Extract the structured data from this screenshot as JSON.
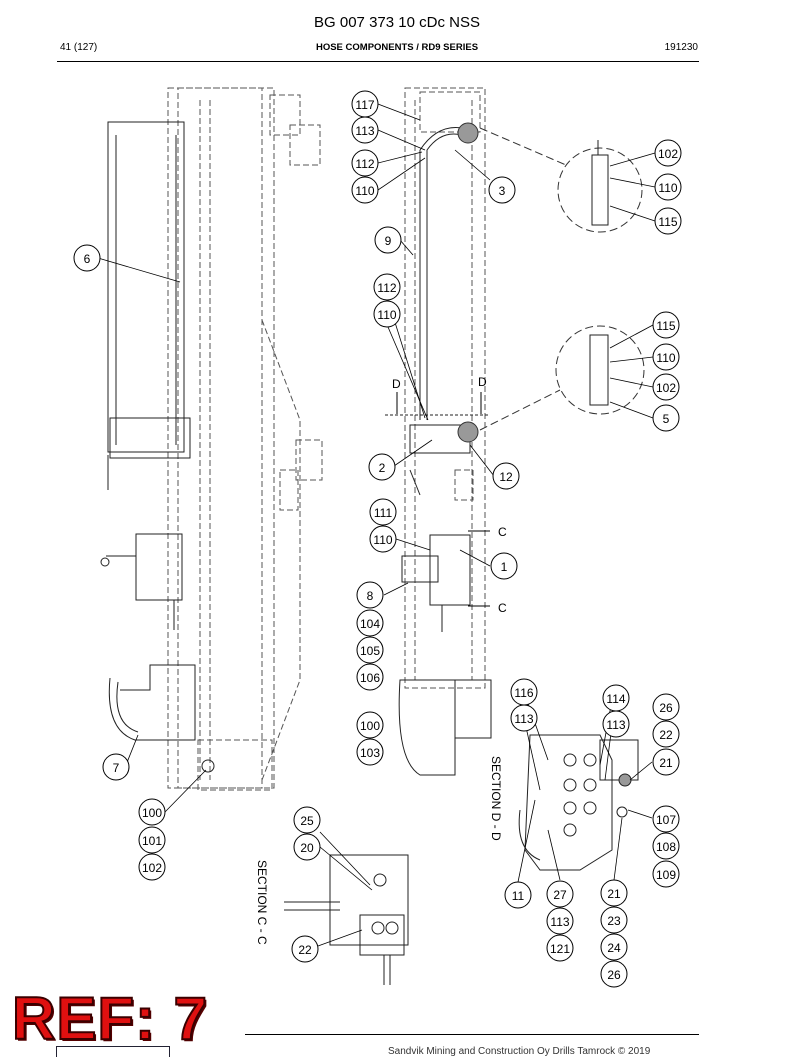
{
  "header": {
    "doc_title": "BG 007 373 10 cDc NSS",
    "page_number": "41 (127)",
    "section_title": "HOSE COMPONENTS / RD9 SERIES",
    "date_code": "191230"
  },
  "sections": {
    "section_dd": "SECTION D - D",
    "section_cc": "SECTION C - C",
    "cut_d": "D",
    "cut_c": "C"
  },
  "callouts": [
    "117",
    "113",
    "112",
    "110",
    "3",
    "102",
    "110",
    "115",
    "9",
    "6",
    "112",
    "110",
    "115",
    "110",
    "102",
    "5",
    "2",
    "12",
    "111",
    "110",
    "1",
    "8",
    "104",
    "105",
    "106",
    "7",
    "116",
    "113",
    "114",
    "113",
    "26",
    "22",
    "21",
    "100",
    "103",
    "100",
    "101",
    "102",
    "25",
    "20",
    "107",
    "108",
    "109",
    "11",
    "27",
    "21",
    "23",
    "113",
    "121",
    "24",
    "26",
    "22"
  ],
  "overlay": {
    "ref_label": "REF: 7"
  },
  "footer": {
    "copyright": "Sandvik Mining and Construction Oy Drills Tamrock © 2019"
  }
}
